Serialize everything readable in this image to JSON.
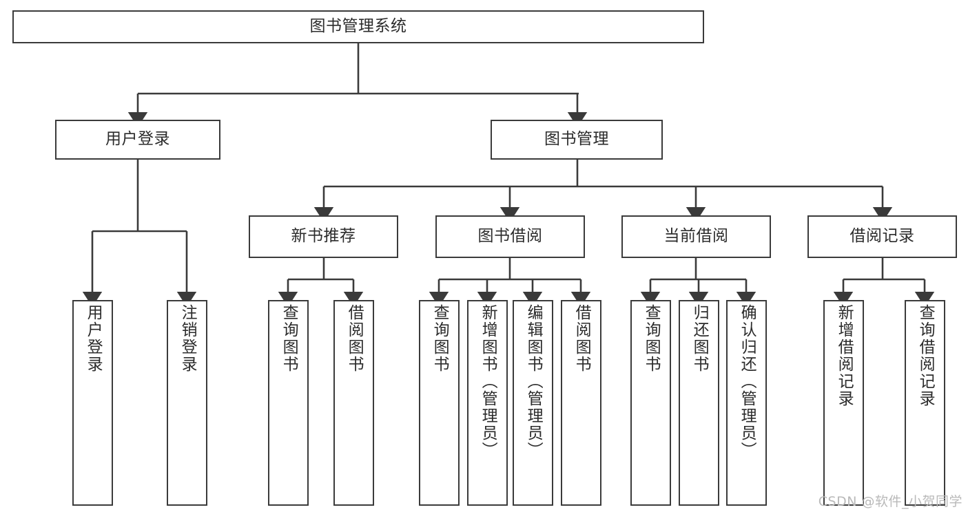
{
  "diagram": {
    "type": "tree-hierarchy",
    "title": "图书管理系统",
    "style": {
      "line_color": "#3a3a3a",
      "box_border_color": "#3a3a3a",
      "box_fill": "#ffffff",
      "text_color": "#2b2b2b",
      "background": "#ffffff",
      "watermark_color": "#b9b9b9"
    },
    "nodes": {
      "root": {
        "label": "图书管理系统",
        "level": 1
      },
      "l2": [
        {
          "id": "user-login",
          "label": "用户登录",
          "level": 2
        },
        {
          "id": "book-manage",
          "label": "图书管理",
          "level": 2
        }
      ],
      "l3": [
        {
          "id": "new-book-recommend",
          "label": "新书推荐",
          "level": 3,
          "parent": "book-manage"
        },
        {
          "id": "book-borrow",
          "label": "图书借阅",
          "level": 3,
          "parent": "book-manage"
        },
        {
          "id": "current-borrow",
          "label": "当前借阅",
          "level": 3,
          "parent": "book-manage"
        },
        {
          "id": "borrow-record",
          "label": "借阅记录",
          "level": 3,
          "parent": "book-manage"
        }
      ],
      "leaves": [
        {
          "id": "leaf-user-login",
          "label": "用户登录",
          "parent": "user-login"
        },
        {
          "id": "leaf-logout-login",
          "label": "注销登录",
          "parent": "user-login"
        },
        {
          "id": "leaf-query-book-1",
          "label": "查询图书",
          "parent": "new-book-recommend"
        },
        {
          "id": "leaf-borrow-book-1",
          "label": "借阅图书",
          "parent": "new-book-recommend"
        },
        {
          "id": "leaf-query-book-2",
          "label": "查询图书",
          "parent": "book-borrow"
        },
        {
          "id": "leaf-add-book",
          "label": "新增图书（管理员）",
          "parent": "book-borrow"
        },
        {
          "id": "leaf-edit-book",
          "label": "编辑图书（管理员）",
          "parent": "book-borrow"
        },
        {
          "id": "leaf-borrow-book-2",
          "label": "借阅图书",
          "parent": "book-borrow"
        },
        {
          "id": "leaf-query-book-3",
          "label": "查询图书",
          "parent": "current-borrow"
        },
        {
          "id": "leaf-return-book",
          "label": "归还图书",
          "parent": "current-borrow"
        },
        {
          "id": "leaf-confirm-return",
          "label": "确认归还（管理员）",
          "parent": "current-borrow"
        },
        {
          "id": "leaf-add-record",
          "label": "新增借阅记录",
          "parent": "borrow-record"
        },
        {
          "id": "leaf-query-record",
          "label": "查询借阅记录",
          "parent": "borrow-record"
        }
      ]
    },
    "watermark": "CSDN @软件_小贺同学"
  }
}
